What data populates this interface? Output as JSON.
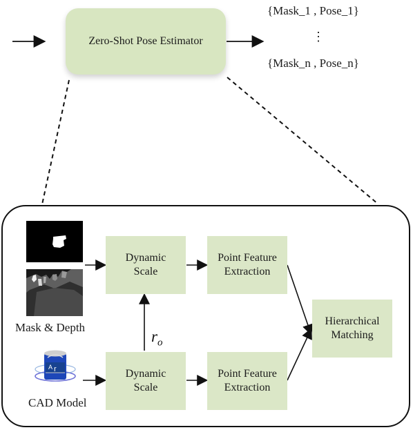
{
  "top": {
    "estimator_label": "Zero-Shot Pose Estimator",
    "outputs": {
      "first": "{Mask_1 , Pose_1}",
      "ellipsis": "⋮",
      "last": "{Mask_n , Pose_n}"
    }
  },
  "pipeline": {
    "inputs": {
      "mask_depth": "Mask & Depth",
      "cad_model": "CAD Model"
    },
    "top_row": {
      "dynamic_scale_line1": "Dynamic",
      "dynamic_scale_line2": "Scale",
      "feature_line1": "Point Feature",
      "feature_line2": "Extraction"
    },
    "bottom_row": {
      "dynamic_scale_line1": "Dynamic",
      "dynamic_scale_line2": "Scale",
      "feature_line1": "Point Feature",
      "feature_line2": "Extraction"
    },
    "matching": {
      "line1": "Hierarchical",
      "line2": "Matching"
    },
    "r_label": {
      "base": "r",
      "subscript": "o"
    }
  }
}
